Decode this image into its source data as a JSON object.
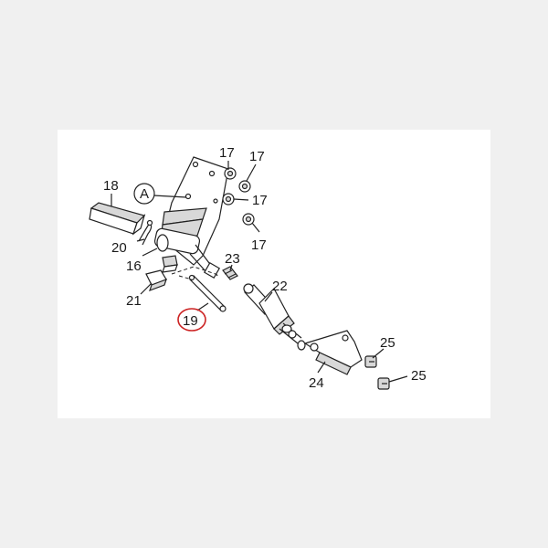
{
  "callouts": {
    "p17a": "17",
    "p17b": "17",
    "p17c": "17",
    "p17d": "17",
    "p18": "18",
    "pA": "A",
    "p20": "20",
    "p16": "16",
    "p21": "21",
    "p19": "19",
    "p23": "23",
    "p22": "22",
    "p25a": "25",
    "p25b": "25",
    "p24": "24"
  },
  "highlight": {
    "part": "19",
    "color": "#cc2222"
  }
}
